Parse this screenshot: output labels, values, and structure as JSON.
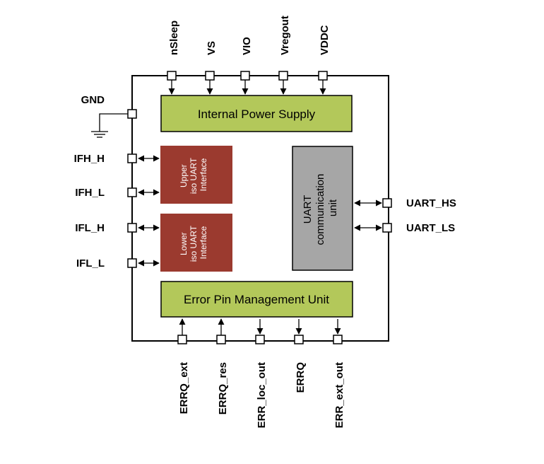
{
  "top_pins": [
    "nSleep",
    "VS",
    "VIO",
    "Vregout",
    "VDDC"
  ],
  "left_pins": {
    "gnd": "GND",
    "ifh_h": "IFH_H",
    "ifh_l": "IFH_L",
    "ifl_h": "IFL_H",
    "ifl_l": "IFL_L"
  },
  "right_pins": {
    "uart_hs": "UART_HS",
    "uart_ls": "UART_LS"
  },
  "bottom_pins": [
    "ERRQ_ext",
    "ERRQ_res",
    "ERR_loc_out",
    "ERRQ",
    "ERR_ext_out"
  ],
  "blocks": {
    "power_supply": "Internal Power Supply",
    "upper_uart": [
      "Upper",
      "iso UART",
      "Interface"
    ],
    "lower_uart": [
      "Lower",
      "iso UART",
      "Interface"
    ],
    "uart_comm": [
      "UART",
      "communication",
      "unit"
    ],
    "error_unit": "Error Pin Management Unit"
  },
  "colors": {
    "green_block": "#b3c85a",
    "red_block": "#9b3a2f",
    "gray_block": "#a6a6a6"
  }
}
